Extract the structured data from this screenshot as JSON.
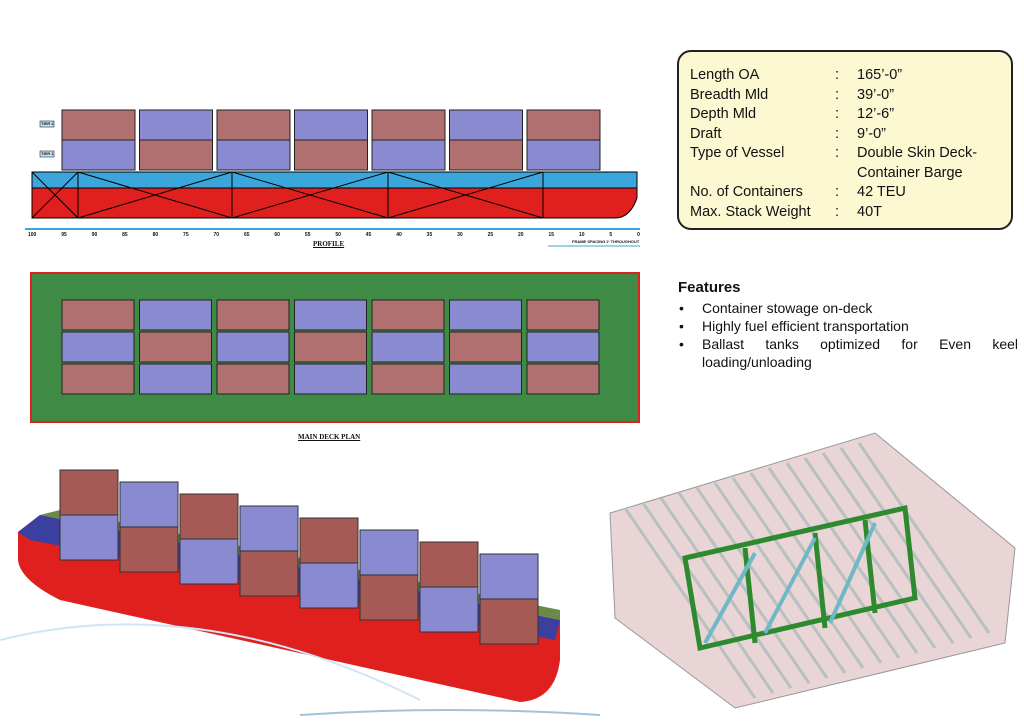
{
  "specs": [
    {
      "label": "Length OA",
      "value": "165’-0”"
    },
    {
      "label": "Breadth Mld",
      "value": "39’-0”"
    },
    {
      "label": "Depth Mld",
      "value": "12’-6”"
    },
    {
      "label": "Draft",
      "value": "9’-0”"
    },
    {
      "label": "Type of Vessel",
      "value": "Double Skin Deck-Container Barge"
    },
    {
      "label": "No. of Containers",
      "value": "42 TEU"
    },
    {
      "label": "Max. Stack Weight",
      "value": "40T"
    }
  ],
  "separator": ":",
  "features": {
    "title": "Features",
    "bullet": "•",
    "items": [
      "Container stowage on-deck",
      "Highly fuel efficient transportation",
      "Ballast tanks optimized for Even keel loading/unloading"
    ]
  },
  "drawings": {
    "profile_caption": "PROFILE",
    "deck_plan_caption": "MAIN DECK PLAN",
    "tier2": "TIER 2",
    "tier1": "TIER 1",
    "frame_note": "FRAME SPACING 2' THROUGHOUT",
    "scale": [
      "100",
      "95",
      "90",
      "85",
      "80",
      "75",
      "70",
      "65",
      "60",
      "55",
      "50",
      "45",
      "40",
      "35",
      "30",
      "25",
      "20",
      "15",
      "10",
      "5",
      "0"
    ]
  },
  "colors": {
    "hull_red": "#e0201e",
    "deck_blue": "#3aa6dc",
    "deck_green": "#3f8a45",
    "container_red": "#b07070",
    "container_blue": "#8a8ad0",
    "spec_bg": "#fbf8d2"
  }
}
